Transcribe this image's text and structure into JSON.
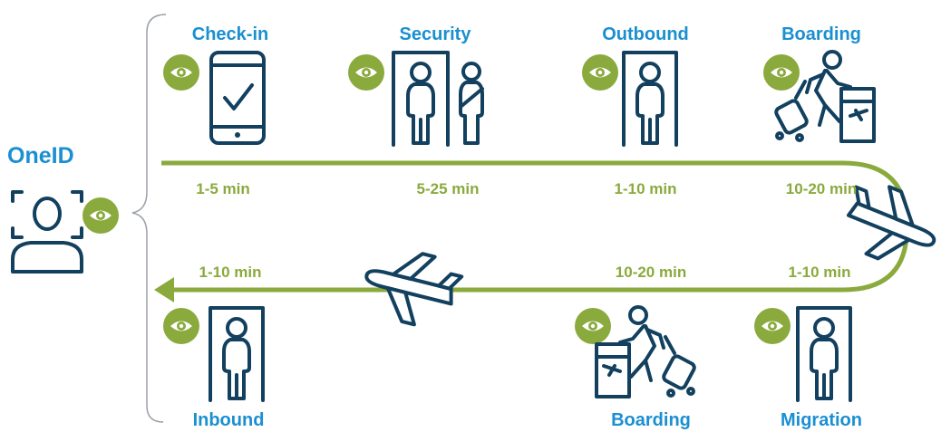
{
  "identity": {
    "label": "OneID"
  },
  "stages_top": [
    {
      "title": "Check-in"
    },
    {
      "title": "Security"
    },
    {
      "title": "Outbound"
    },
    {
      "title": "Boarding"
    }
  ],
  "stages_bottom": [
    {
      "title": "Inbound"
    },
    {
      "title": "Boarding"
    },
    {
      "title": "Migration"
    }
  ],
  "times_top": [
    "1-5 min",
    "5-25 min",
    "1-10 min",
    "10-20 min"
  ],
  "times_bottom": [
    "1-10 min",
    "10-20 min",
    "1-10 min"
  ],
  "colors": {
    "title_blue": "#1a8fd1",
    "time_green": "#8aaa3d",
    "icon_navy": "#12405e",
    "eye_badge": "#8aaa3d"
  },
  "icons": {
    "identity": "face-scan-person-icon",
    "eye": "eye-icon",
    "checkin": "smartphone-check-icon",
    "security": "security-gate-icon",
    "passport": "passport-gate-icon",
    "boarding": "boarding-traveler-icon",
    "plane": "airplane-icon"
  }
}
